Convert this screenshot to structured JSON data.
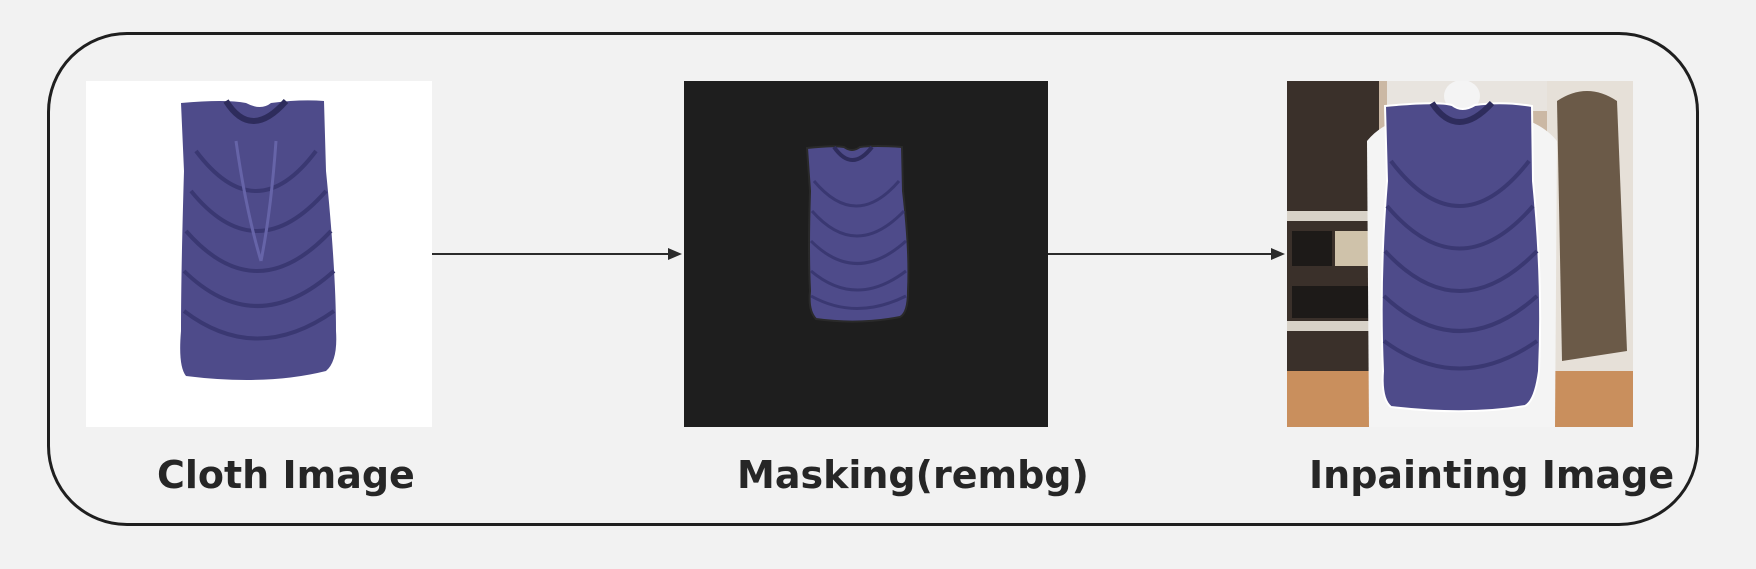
{
  "diagram": {
    "steps": [
      {
        "label": "Cloth Image",
        "image": "purple cowl-neck sleeveless top on white background"
      },
      {
        "label": "Masking(rembg)",
        "image": "garment isolated on dark background"
      },
      {
        "label": "Inpainting Image",
        "image": "garment on mannequin in clothing store"
      }
    ],
    "arrows": [
      {
        "from": "Cloth Image",
        "to": "Masking(rembg)"
      },
      {
        "from": "Masking(rembg)",
        "to": "Inpainting Image"
      }
    ]
  },
  "colors": {
    "background": "#f2f2f2",
    "frame_border": "#1f1f1f",
    "garment": "#4e4b8a",
    "mask_background": "#1e1e1e",
    "label_text": "#262626"
  }
}
